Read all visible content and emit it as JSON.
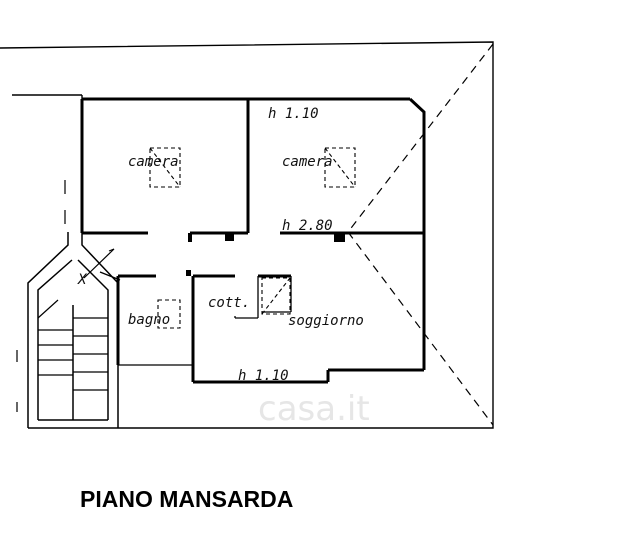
{
  "plan": {
    "title": "PIANO MANSARDA",
    "rooms": {
      "camera_1": "camera",
      "camera_2": "camera",
      "bagno": "bagno",
      "cott": "cott.",
      "soggiorno": "soggiorno"
    },
    "heights": {
      "h_top": "h 1.10",
      "h_mid": "h 2.80",
      "h_bottom": "h 1.10"
    },
    "stair_mark": "X",
    "watermark": "casa.it"
  }
}
